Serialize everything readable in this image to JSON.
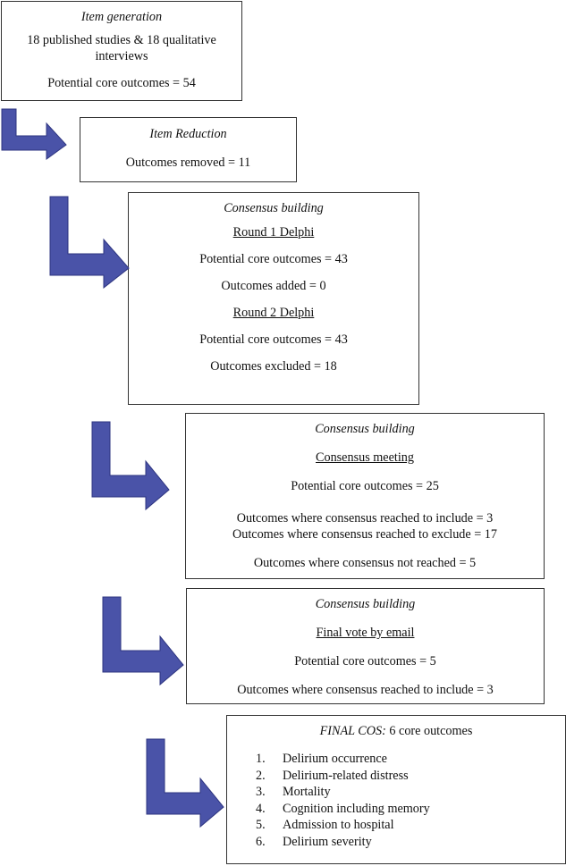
{
  "colors": {
    "arrow_fill": "#4A53A8",
    "arrow_stroke": "#2E3580",
    "border": "#333333"
  },
  "boxes": {
    "item_generation": {
      "title": "Item generation",
      "line1": "18 published studies & 18 qualitative",
      "line2": "interviews",
      "line3": "Potential core outcomes = 54"
    },
    "item_reduction": {
      "title": "Item Reduction",
      "line1": "Outcomes removed = 11"
    },
    "consensus_1": {
      "title": "Consensus building",
      "round1": "Round 1 Delphi",
      "r1_line1": "Potential core outcomes = 43",
      "r1_line2": "Outcomes added = 0",
      "round2": "Round 2 Delphi",
      "r2_line1": "Potential core outcomes = 43",
      "r2_line2": "Outcomes excluded = 18"
    },
    "consensus_2": {
      "title": "Consensus building",
      "subtitle": "Consensus meeting",
      "line1": "Potential core outcomes = 25",
      "line2": "Outcomes where consensus reached to include = 3",
      "line3": "Outcomes where consensus reached to exclude = 17",
      "line4": "Outcomes where consensus not reached = 5"
    },
    "consensus_3": {
      "title": "Consensus building",
      "subtitle": "Final vote by email",
      "line1": "Potential core outcomes = 5",
      "line2": "Outcomes where consensus reached to include = 3"
    },
    "final": {
      "title_italic": "FINAL COS:",
      "title_rest": " 6 core outcomes",
      "items": [
        {
          "num": "1.",
          "text": "Delirium occurrence"
        },
        {
          "num": "2.",
          "text": "Delirium-related distress"
        },
        {
          "num": "3.",
          "text": "Mortality"
        },
        {
          "num": "4.",
          "text": "Cognition including memory"
        },
        {
          "num": "5.",
          "text": "Admission to hospital"
        },
        {
          "num": "6.",
          "text": "Delirium severity"
        }
      ]
    }
  }
}
